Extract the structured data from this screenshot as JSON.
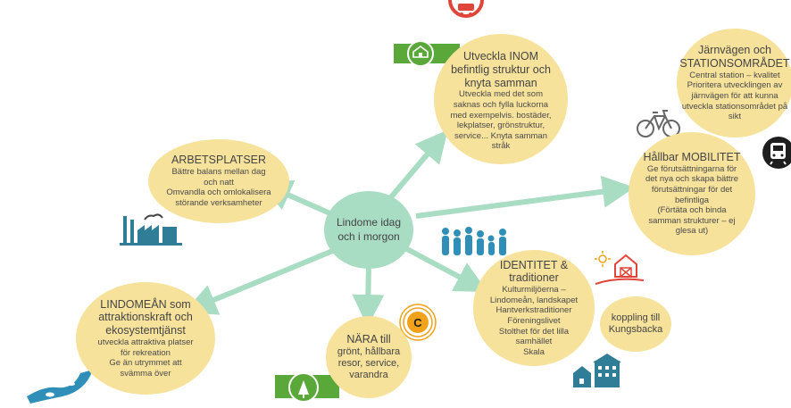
{
  "center": {
    "line1": "Lindome idag",
    "line2": "och i morgon"
  },
  "bubbles": {
    "arbetsplatser": {
      "title": "ARBETSPLATSER",
      "lines": [
        "Bättre balans mellan dag",
        "och natt",
        "Omvandla och omlokalisera",
        "störande verksamheter"
      ]
    },
    "inom": {
      "title": [
        "Utveckla INOM",
        "befintlig struktur och",
        "knyta samman"
      ],
      "lines": [
        "Utveckla med det som",
        "saknas och fylla luckorna",
        "med exempelvis. bostäder,",
        "lekplatser, grönstruktur,",
        "service... Knyta samman",
        "stråk"
      ]
    },
    "jarnvagen": {
      "title": [
        "Järnvägen och",
        "STATIONSOMRÅDET"
      ],
      "lines": [
        "Central station – kvalitet",
        "Prioritera utvecklingen av",
        "järnvägen för att kunna",
        "utveckla stationsområdet på",
        "sikt"
      ]
    },
    "mobilitet": {
      "title": "Hållbar MOBILITET",
      "lines": [
        "Ge förutsättningarna för",
        "det nya och skapa bättre",
        "förutsättningar för det",
        "befintliga",
        "(Förtäta och binda",
        "samman  strukturer – ej",
        "glesa ut)"
      ]
    },
    "identitet": {
      "title": [
        "IDENTITET &",
        "traditioner"
      ],
      "lines": [
        "Kulturmiljöerna –",
        "Lindomeån, landskapet",
        "Hantverkstraditioner",
        "Föreningslivet",
        "Stolthet för det lilla",
        "samhället",
        "Skala"
      ]
    },
    "kungsbacka": {
      "lines": [
        "koppling till",
        "Kungsbacka"
      ]
    },
    "nara": {
      "title": "NÄRA till",
      "lines": [
        "grönt, hållbara",
        "resor, service,",
        "varandra"
      ]
    },
    "lindomean": {
      "title": [
        "LINDOMEÅN som",
        "attraktionskraft och",
        "ekosystemtjänst"
      ],
      "lines": [
        "utveckla attraktiva platser",
        "för rekreation",
        "Ge än utrymmet att",
        "svämma över"
      ]
    }
  },
  "badge_letter": "C",
  "colors": {
    "bubble": "#f6e29b",
    "center": "#a8dcc3",
    "arrow": "#a8dcc3",
    "icon_teal": "#2f7d96",
    "icon_green": "#5aa83a",
    "icon_red": "#e0453a",
    "icon_orange": "#f0a21a"
  }
}
